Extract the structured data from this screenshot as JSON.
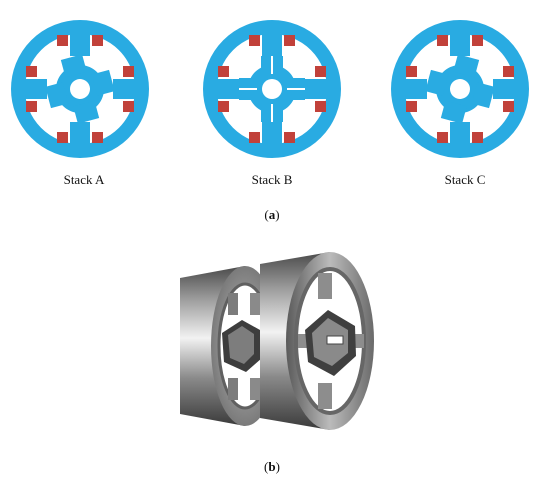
{
  "figure": {
    "stacks": [
      {
        "label": "Stack A"
      },
      {
        "label": "Stack B"
      },
      {
        "label": "Stack C"
      }
    ],
    "caption_a": "a",
    "caption_b": "b"
  },
  "colors": {
    "motor_blue": "#29abe2",
    "coil_red": "#c1413a",
    "metal_dark": "#5a5a5a",
    "metal_light": "#e6e6e6"
  }
}
